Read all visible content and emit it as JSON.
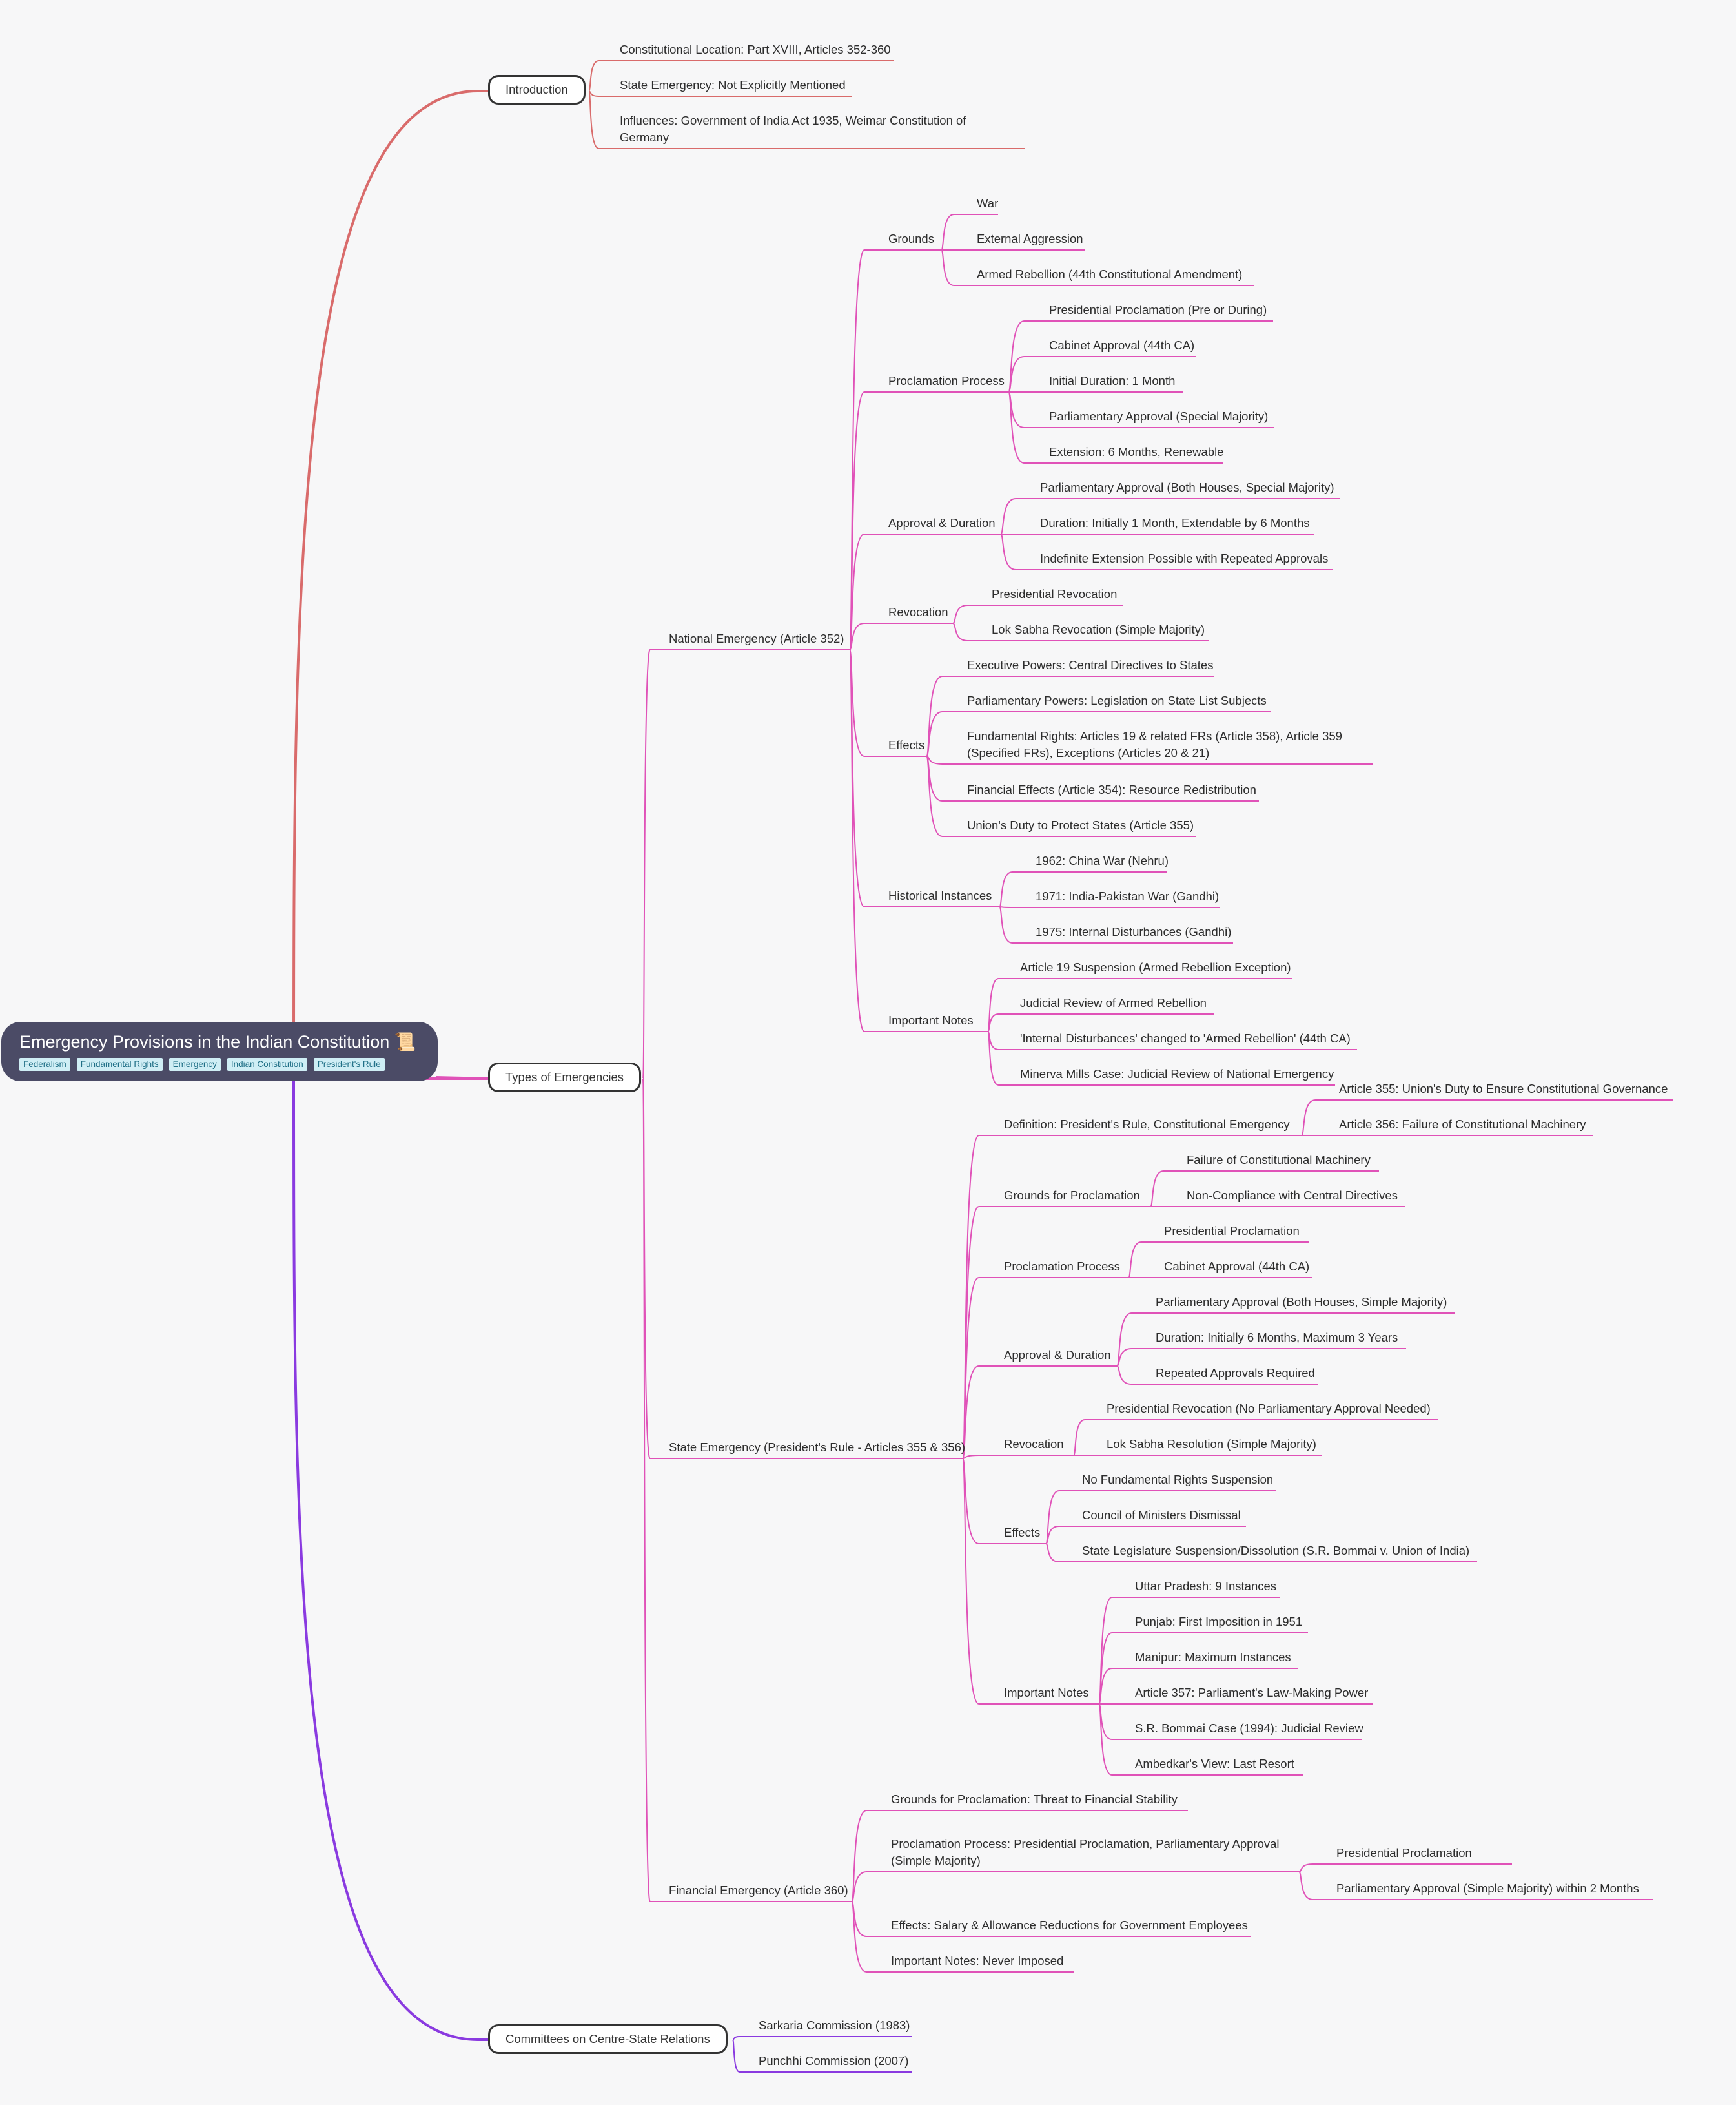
{
  "root": {
    "title": "Emergency Provisions in the Indian Constitution",
    "tags": [
      "Federalism",
      "Fundamental Rights",
      "Emergency",
      "Indian Constitution",
      "President's Rule"
    ]
  },
  "colors": {
    "introduction": "#d96b6b",
    "types": "#e052b8",
    "committees": "#8a3ae0"
  },
  "branches": [
    {
      "label": "Introduction",
      "children": [
        {
          "label": "Constitutional Location: Part XVIII, Articles 352-360"
        },
        {
          "label": "State Emergency: Not Explicitly Mentioned"
        },
        {
          "label": "Influences: Government of India Act 1935, Weimar Constitution of Germany"
        }
      ]
    },
    {
      "label": "Types of Emergencies",
      "children": [
        {
          "label": "National Emergency (Article 352)",
          "children": [
            {
              "label": "Grounds",
              "children": [
                {
                  "label": "War"
                },
                {
                  "label": "External Aggression"
                },
                {
                  "label": "Armed Rebellion (44th Constitutional Amendment)"
                }
              ]
            },
            {
              "label": "Proclamation Process",
              "children": [
                {
                  "label": "Presidential Proclamation (Pre or During)"
                },
                {
                  "label": "Cabinet Approval (44th CA)"
                },
                {
                  "label": "Initial Duration: 1 Month"
                },
                {
                  "label": "Parliamentary Approval (Special Majority)"
                },
                {
                  "label": "Extension: 6 Months, Renewable"
                }
              ]
            },
            {
              "label": "Approval & Duration",
              "children": [
                {
                  "label": "Parliamentary Approval (Both Houses, Special Majority)"
                },
                {
                  "label": "Duration: Initially 1 Month, Extendable by 6 Months"
                },
                {
                  "label": "Indefinite Extension Possible with Repeated Approvals"
                }
              ]
            },
            {
              "label": "Revocation",
              "children": [
                {
                  "label": "Presidential Revocation"
                },
                {
                  "label": "Lok Sabha Revocation (Simple Majority)"
                }
              ]
            },
            {
              "label": "Effects",
              "children": [
                {
                  "label": "Executive Powers: Central Directives to States"
                },
                {
                  "label": "Parliamentary Powers: Legislation on State List Subjects"
                },
                {
                  "label": "Fundamental Rights: Articles 19 & related FRs (Article 358), Article 359 (Specified FRs), Exceptions (Articles 20 & 21)"
                },
                {
                  "label": "Financial Effects (Article 354): Resource Redistribution"
                },
                {
                  "label": "Union's Duty to Protect States (Article 355)"
                }
              ]
            },
            {
              "label": "Historical Instances",
              "children": [
                {
                  "label": "1962: China War (Nehru)"
                },
                {
                  "label": "1971: India-Pakistan War (Gandhi)"
                },
                {
                  "label": "1975: Internal Disturbances (Gandhi)"
                }
              ]
            },
            {
              "label": "Important Notes",
              "children": [
                {
                  "label": "Article 19 Suspension (Armed Rebellion Exception)"
                },
                {
                  "label": "Judicial Review of Armed Rebellion"
                },
                {
                  "label": "'Internal Disturbances' changed to 'Armed Rebellion' (44th CA)"
                },
                {
                  "label": "Minerva Mills Case: Judicial Review of National Emergency"
                }
              ]
            }
          ]
        },
        {
          "label": "State Emergency (President's Rule - Articles 355 & 356)",
          "children": [
            {
              "label": "Definition: President's Rule, Constitutional Emergency",
              "children": [
                {
                  "label": "Article 355: Union's Duty to Ensure Constitutional Governance"
                },
                {
                  "label": "Article 356: Failure of Constitutional Machinery"
                }
              ]
            },
            {
              "label": "Grounds for Proclamation",
              "children": [
                {
                  "label": "Failure of Constitutional Machinery"
                },
                {
                  "label": "Non-Compliance with Central Directives"
                }
              ]
            },
            {
              "label": "Proclamation Process",
              "children": [
                {
                  "label": "Presidential Proclamation"
                },
                {
                  "label": "Cabinet Approval (44th CA)"
                }
              ]
            },
            {
              "label": "Approval & Duration",
              "children": [
                {
                  "label": "Parliamentary Approval (Both Houses, Simple Majority)"
                },
                {
                  "label": "Duration: Initially 6 Months, Maximum 3 Years"
                },
                {
                  "label": "Repeated Approvals Required"
                }
              ]
            },
            {
              "label": "Revocation",
              "children": [
                {
                  "label": "Presidential Revocation (No Parliamentary Approval Needed)"
                },
                {
                  "label": "Lok Sabha Resolution (Simple Majority)"
                }
              ]
            },
            {
              "label": "Effects",
              "children": [
                {
                  "label": "No Fundamental Rights Suspension"
                },
                {
                  "label": "Council of Ministers Dismissal"
                },
                {
                  "label": "State Legislature Suspension/Dissolution (S.R. Bommai v. Union of India)"
                }
              ]
            },
            {
              "label": "Important Notes",
              "children": [
                {
                  "label": "Uttar Pradesh: 9 Instances"
                },
                {
                  "label": "Punjab: First Imposition in 1951"
                },
                {
                  "label": "Manipur: Maximum Instances"
                },
                {
                  "label": "Article 357: Parliament's Law-Making Power"
                },
                {
                  "label": "S.R. Bommai Case (1994): Judicial Review"
                },
                {
                  "label": "Ambedkar's View: Last Resort"
                }
              ]
            }
          ]
        },
        {
          "label": "Financial Emergency (Article 360)",
          "children": [
            {
              "label": "Grounds for Proclamation: Threat to Financial Stability"
            },
            {
              "label": "Proclamation Process: Presidential Proclamation, Parliamentary Approval (Simple Majority)",
              "children": [
                {
                  "label": "Presidential Proclamation"
                },
                {
                  "label": "Parliamentary Approval (Simple Majority) within 2 Months"
                }
              ]
            },
            {
              "label": "Effects: Salary & Allowance Reductions for Government Employees"
            },
            {
              "label": "Important Notes: Never Imposed"
            }
          ]
        }
      ]
    },
    {
      "label": "Committees on Centre-State Relations",
      "children": [
        {
          "label": "Sarkaria Commission (1983)"
        },
        {
          "label": "Punchhi Commission (2007)"
        }
      ]
    }
  ]
}
